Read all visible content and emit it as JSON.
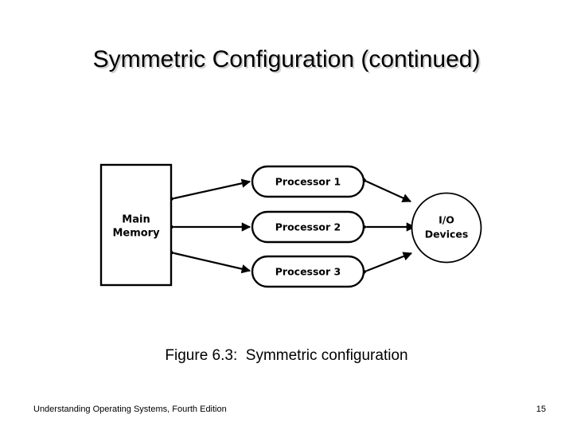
{
  "slide": {
    "title": "Symmetric Configuration (continued)",
    "background_color": "#ffffff",
    "title_color": "#000000",
    "title_shadow_color": "#cfcfcf"
  },
  "diagram": {
    "memory": {
      "line1": "Main",
      "line2": "Memory"
    },
    "processors": [
      {
        "label": "Processor 1"
      },
      {
        "label": "Processor 2"
      },
      {
        "label": "Processor 3"
      }
    ],
    "io": {
      "line1": "I/O",
      "line2": "Devices"
    },
    "stroke_color": "#000000",
    "fill_color": "#ffffff"
  },
  "caption": {
    "text": "Figure 6.3:  Symmetric configuration"
  },
  "footer": {
    "source": "Understanding Operating Systems, Fourth Edition",
    "page_number": "15"
  }
}
